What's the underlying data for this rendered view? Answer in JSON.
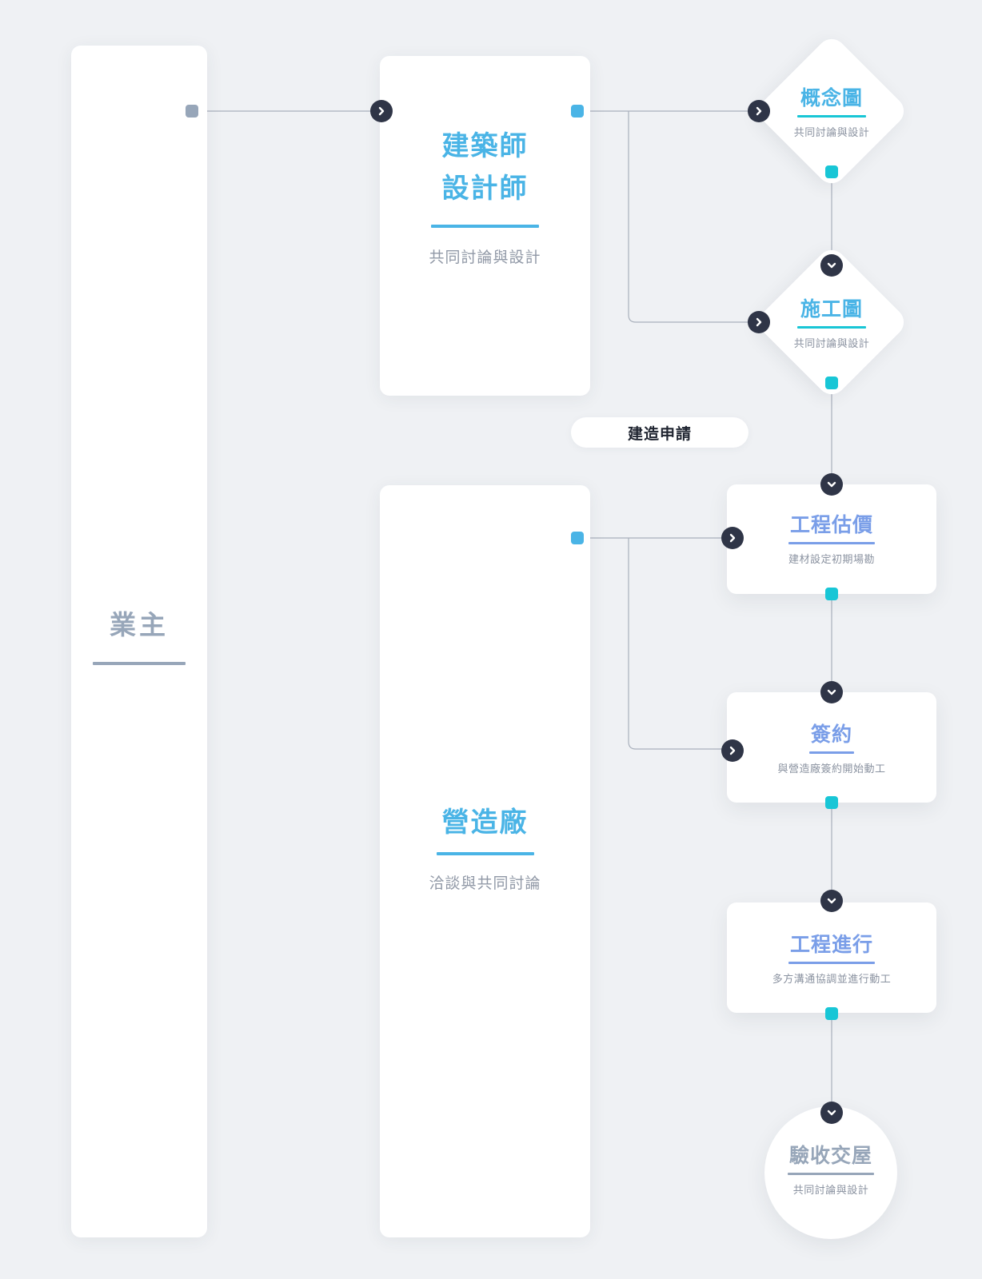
{
  "colors": {
    "background": "#eff1f4",
    "owner": "#97a6b9",
    "architect": "#4ab4e6",
    "contractor_step": "#7a9ee8",
    "dark_arrow": "#2f3547",
    "teal_connector": "#18c6d6",
    "blue_connector": "#4ab4e6",
    "gray_connector": "#97a6b9"
  },
  "owner": {
    "title": "業主"
  },
  "architect": {
    "title_lines": [
      "建築師",
      "設計師"
    ],
    "subtitle": "共同討論與設計"
  },
  "contractor": {
    "title": "營造廠",
    "subtitle": "洽談與共同討論"
  },
  "nodes": {
    "concept": {
      "title": "概念圖",
      "subtitle": "共同討論與設計"
    },
    "construction_drawing": {
      "title": "施工圖",
      "subtitle": "共同討論與設計"
    },
    "estimate": {
      "title": "工程估價",
      "subtitle": "建材設定初期場勘"
    },
    "contract": {
      "title": "簽約",
      "subtitle": "與營造廠簽約開始動工"
    },
    "progress": {
      "title": "工程進行",
      "subtitle": "多方溝通協調並進行動工"
    },
    "handover": {
      "title": "驗收交屋",
      "subtitle": "共同討論與設計"
    }
  },
  "building_permit_label": "建造申請",
  "icons": {
    "right_arrow": "chevron-right-icon",
    "down_arrow": "chevron-down-icon"
  }
}
